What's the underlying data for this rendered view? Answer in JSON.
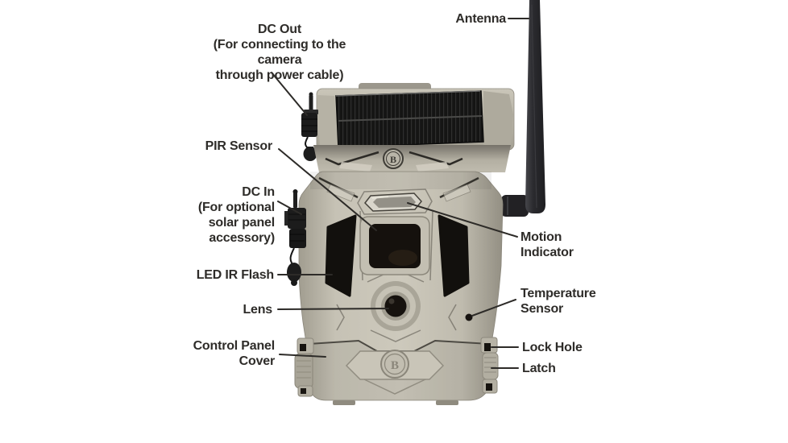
{
  "diagram": {
    "subject": "Cellular trail camera parts diagram (front view)",
    "brand_letter": "B"
  },
  "labels": {
    "dc_out": [
      "DC Out",
      "(For connecting to the camera",
      "through power cable)"
    ],
    "antenna": [
      "Antenna"
    ],
    "pir_sensor": [
      "PIR Sensor"
    ],
    "dc_in": [
      "DC In",
      "(For optional",
      "solar panel",
      "accessory)"
    ],
    "led_ir_flash": [
      "LED IR Flash"
    ],
    "lens": [
      "Lens"
    ],
    "control_panel_cover": [
      "Control Panel",
      "Cover"
    ],
    "motion_indicator": [
      "Motion",
      "Indicator"
    ],
    "temperature_sensor": [
      "Temperature",
      "Sensor"
    ],
    "lock_hole": [
      "Lock Hole"
    ],
    "latch": [
      "Latch"
    ]
  },
  "colors": {
    "background": "#ffffff",
    "label_text": "#2e2c29",
    "leader_line": "#2d2b28",
    "body_tan": "#c6c2b5",
    "body_shadow": "#9a968a",
    "dark_panel": "#14110e",
    "solar_panel": "#151514",
    "antenna": "#28282c"
  }
}
